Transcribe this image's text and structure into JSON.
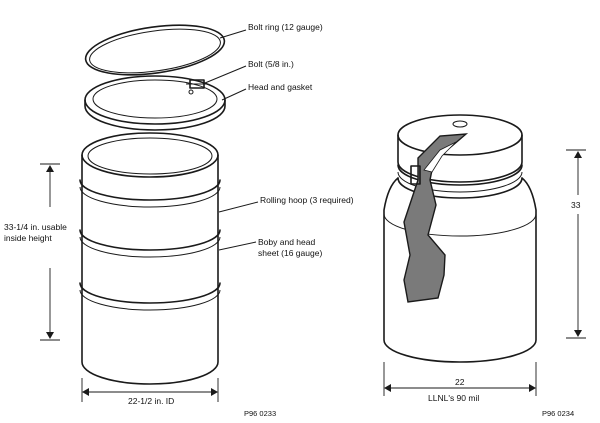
{
  "left_drum": {
    "callouts": {
      "bolt_ring": "Bolt ring (12 gauge)",
      "bolt": "Bolt (5/8 in.)",
      "head_gasket": "Head and gasket",
      "rolling_hoop": "Rolling hoop (3 required)",
      "body_head_line1": "Boby and head",
      "body_head_line2": "sheet  (16 gauge)"
    },
    "height_label_line1": "33-1/4 in. usable",
    "height_label_line2": "inside height",
    "width_label": "22-1/2 in. ID",
    "figure_id": "P96 0233"
  },
  "right_drum": {
    "height_label": "33",
    "width_label": "22",
    "wall_label": "LLNL's 90 mil",
    "figure_id": "P96 0234"
  }
}
